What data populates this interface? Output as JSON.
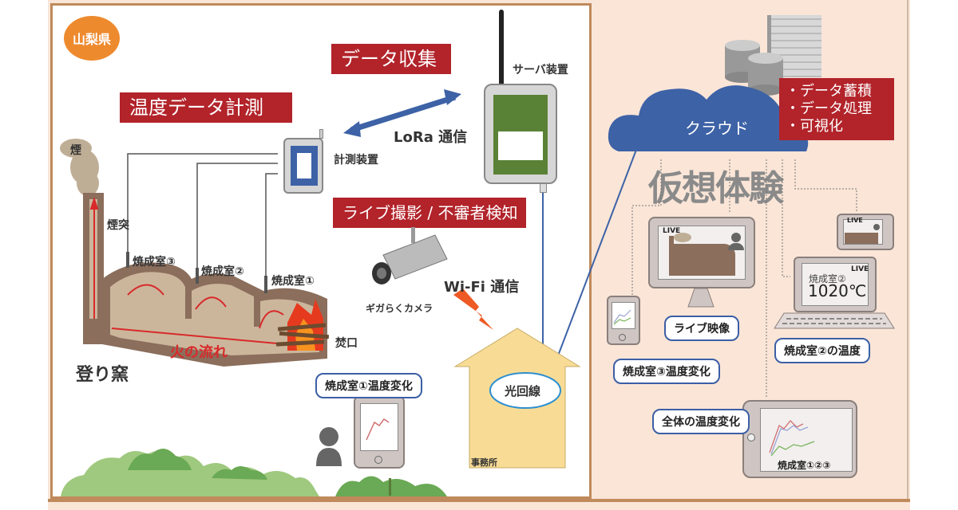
{
  "region_badge": "山梨県",
  "left": {
    "temp_measure_label": "温度データ計測",
    "data_collect_label": "データ収集",
    "live_detect_label": "ライブ撮影 / 不審者検知",
    "lora_label": "LoRa 通信",
    "wifi_label": "Wi-Fi 通信",
    "measure_device_label": "計測装置",
    "server_device_label": "サーバ装置",
    "camera_label": "ギガらくカメラ",
    "smoke_label": "煙",
    "chimney_label": "煙突",
    "chamber3_label": "焼成室③",
    "chamber2_label": "焼成室②",
    "chamber1_label": "焼成室①",
    "fire_flow_label": "火の流れ",
    "firebox_label": "焚口",
    "kiln_label": "登り窯",
    "fiber_label": "光回線",
    "office_label": "事務所",
    "phone_bubble": "焼成室①温度変化"
  },
  "right": {
    "cloud_label": "クラウド",
    "cloud_functions": [
      "・データ蓄積",
      "・データ処理",
      "・可視化"
    ],
    "virtual_title": "仮想体験",
    "live_tag": "LIVE",
    "live_video_bubble": "ライブ映像",
    "laptop_chamber": "焼成室②",
    "laptop_temp": "1020℃",
    "laptop_bubble": "焼成室②の温度",
    "phone_bubble": "焼成室③温度変化",
    "tablet_bubble": "全体の温度変化",
    "tablet_caption": "焼成室①②③"
  },
  "colors": {
    "accent_red": "#b2232a",
    "cloud_blue": "#3d62a6",
    "badge_orange": "#ee8a2e",
    "kiln_brown": "#8b6e5c",
    "server_green": "#5a8236",
    "house_yellow": "#f8dc96",
    "panel_peach": "#fae5d7"
  }
}
